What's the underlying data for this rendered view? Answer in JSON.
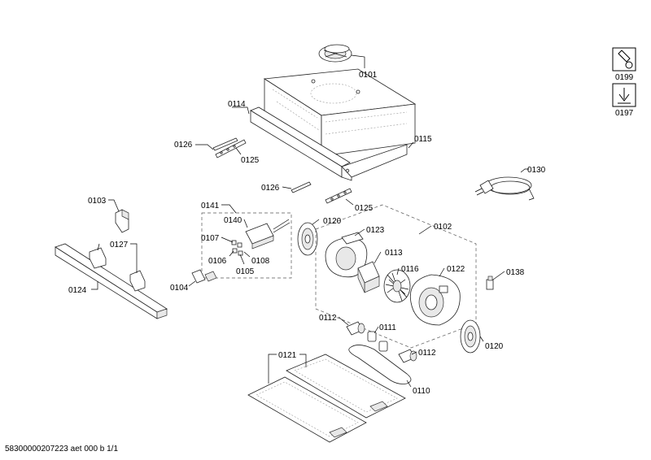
{
  "labels": {
    "l0101": "0101",
    "l0114": "0114",
    "l0115": "0115",
    "l0126a": "0126",
    "l0125a": "0125",
    "l0126b": "0126",
    "l0125b": "0125",
    "l0130": "0130",
    "l0103": "0103",
    "l0141": "0141",
    "l0140": "0140",
    "l0120a": "0120",
    "l0102": "0102",
    "l0123": "0123",
    "l0107": "0107",
    "l0106": "0106",
    "l0108": "0108",
    "l0105": "0105",
    "l0127": "0127",
    "l0113": "0113",
    "l0116": "0116",
    "l0122": "0122",
    "l0138": "0138",
    "l0104": "0104",
    "l0124": "0124",
    "l0112a": "0112",
    "l0111": "0111",
    "l0112b": "0112",
    "l0120b": "0120",
    "l0121": "0121",
    "l0110": "0110",
    "l0199": "0199",
    "l0197": "0197"
  },
  "footer": {
    "doc_ref": "58300000207223 aet 000 b 1/1"
  }
}
